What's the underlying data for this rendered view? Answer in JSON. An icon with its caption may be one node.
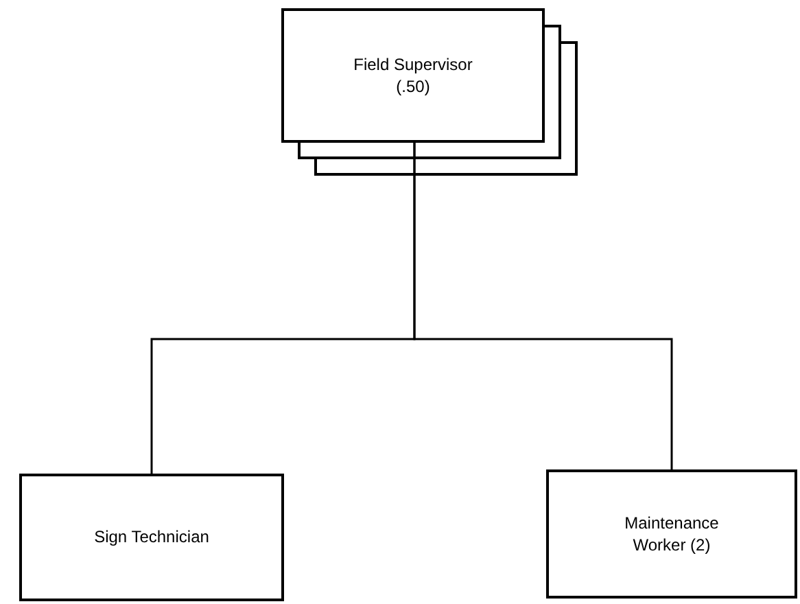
{
  "diagram": {
    "nodes": [
      {
        "text": [
          "Field Supervisor (.50)"
        ]
      },
      {
        "text": [
          "Sign Technician"
        ]
      },
      {
        "text": [
          "Maintenance Worker (2)"
        ]
      }
    ],
    "edges": [
      {
        "from": 0,
        "to": 1,
        "arrow": "none"
      },
      {
        "from": 0,
        "to": 2,
        "arrow": "none"
      }
    ]
  }
}
